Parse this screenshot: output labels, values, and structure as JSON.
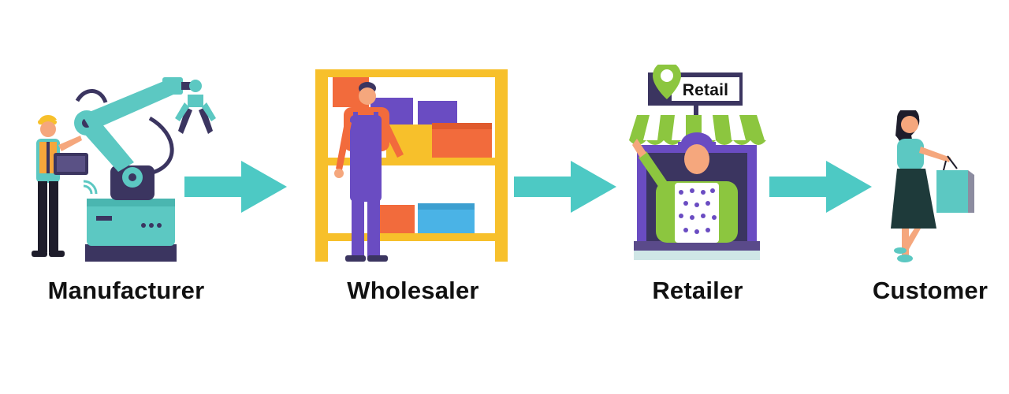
{
  "colors": {
    "arrow": "#4dc9c4",
    "teal": "#5cc8c2",
    "navy": "#3b3560",
    "purple": "#6a4cc2",
    "orange": "#f26b3c",
    "yellow": "#f7c02b",
    "green": "#8cc63f",
    "label": "#111111"
  },
  "stages": [
    {
      "label": "Manufacturer",
      "icon": "robotic-arm-factory-icon"
    },
    {
      "label": "Wholesaler",
      "icon": "warehouse-shelf-icon"
    },
    {
      "label": "Retailer",
      "icon": "retail-shop-icon"
    },
    {
      "label": "Customer",
      "icon": "shopper-icon"
    }
  ],
  "retailer": {
    "sign_text": "Retail"
  },
  "arrows": [
    "arrow-right-icon",
    "arrow-right-icon",
    "arrow-right-icon"
  ]
}
